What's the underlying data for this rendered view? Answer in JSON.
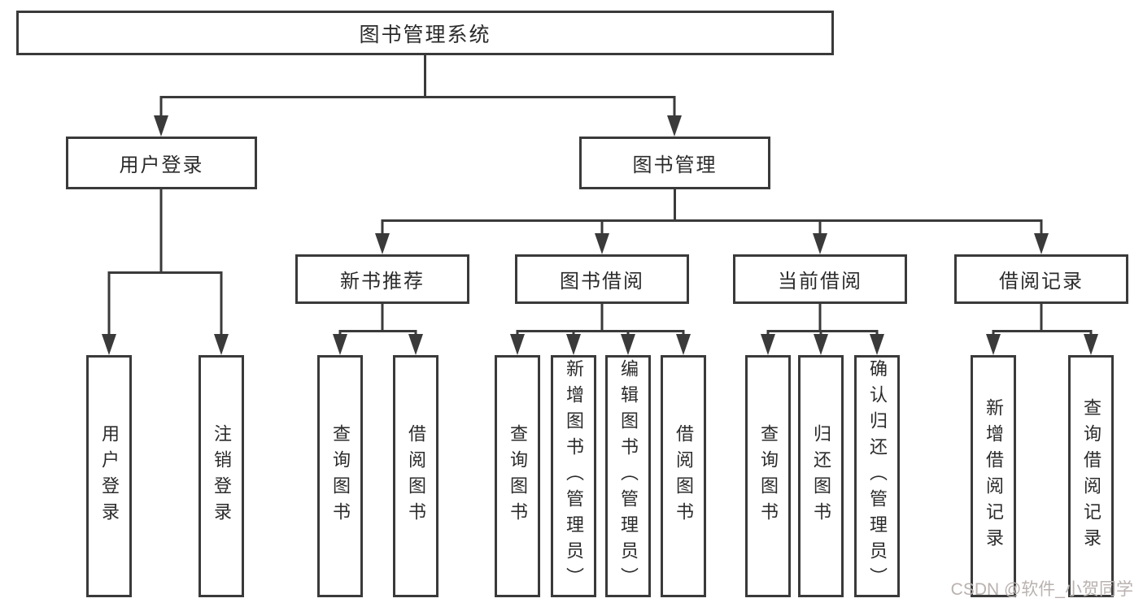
{
  "diagram": {
    "type": "hierarchy-tree",
    "colors": {
      "line": "#3a3a3a",
      "box_border": "#3a3a3a",
      "text": "#2b2b2b",
      "background": "#ffffff",
      "watermark_text_color": "#b9b2af"
    },
    "watermark": "CSDN @软件_小贺同学",
    "tree": {
      "label": "图书管理系统",
      "children": [
        {
          "label": "用户登录",
          "children": [
            {
              "label": "用户登录"
            },
            {
              "label": "注销登录"
            }
          ]
        },
        {
          "label": "图书管理",
          "children": [
            {
              "label": "新书推荐",
              "children": [
                {
                  "label": "查询图书"
                },
                {
                  "label": "借阅图书"
                }
              ]
            },
            {
              "label": "图书借阅",
              "children": [
                {
                  "label": "查询图书"
                },
                {
                  "label": "新增图书（管理员）"
                },
                {
                  "label": "编辑图书（管理员）"
                },
                {
                  "label": "借阅图书"
                }
              ]
            },
            {
              "label": "当前借阅",
              "children": [
                {
                  "label": "查询图书"
                },
                {
                  "label": "归还图书"
                },
                {
                  "label": "确认归还（管理员）"
                }
              ]
            },
            {
              "label": "借阅记录",
              "children": [
                {
                  "label": "新增借阅记录"
                },
                {
                  "label": "查询借阅记录"
                }
              ]
            }
          ]
        }
      ]
    }
  }
}
